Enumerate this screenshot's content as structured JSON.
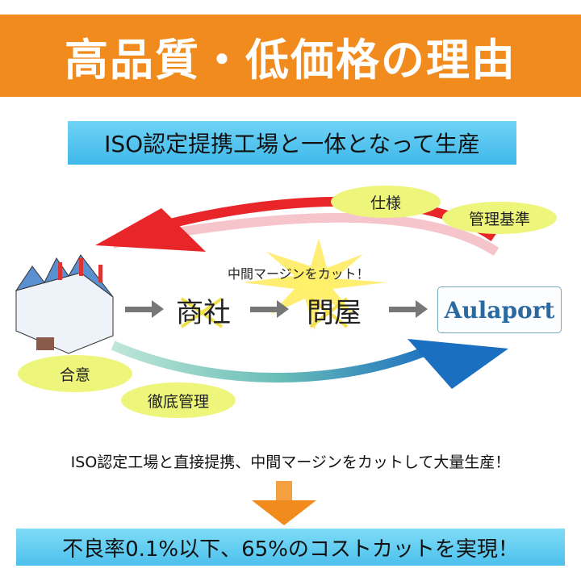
{
  "header": {
    "title": "高品質・低価格の理由"
  },
  "subtitle": "ISO認定提携工場と一体となって生産",
  "diagram": {
    "bubbles": [
      "仕様",
      "管理基準",
      "合意",
      "徹底管理"
    ],
    "cut_label": "中間マージンをカット！",
    "intermediaries": [
      "商社",
      "問屋"
    ],
    "brand": "Aulaport"
  },
  "sentence": "ISO認定工場と直接提携、中間マージンをカットして大量生産！",
  "result": "不良率0.1%以下、65%のコストカットを実現！",
  "colors": {
    "header": "#f28b1e",
    "banner": "#4cc0ec",
    "bubble": "#edf57a",
    "red_arrow": "#e8262a",
    "blue_arrow": "#1a6fc0"
  }
}
